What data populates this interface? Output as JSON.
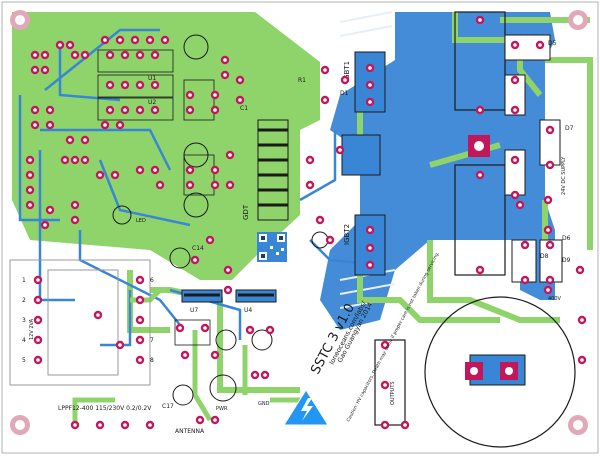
{
  "board": {
    "title": "SSTC 3 v1.0",
    "url": "loneoceans.com/labs/",
    "author": "Gao Guangyan 2014",
    "warning": "Caution: HV capacitors. Death may occur if proper care is not taken during servicing."
  },
  "components": {
    "igbt1": "IGBT1",
    "igbt2": "IGBT2",
    "gdt": "GDT",
    "d1": "D1",
    "d5": "D5",
    "d6": "D6",
    "d7": "D7",
    "d8": "D8",
    "d9": "D9",
    "r1": "R1",
    "c1": "C1",
    "c14": "C14",
    "c17": "C17",
    "u1": "U1",
    "u2": "U2",
    "u4": "U4",
    "u7": "U7",
    "antenna": "ANTENNA",
    "gnd": "GND",
    "pwr": "PWR",
    "led": "LED",
    "dc_supply": "24V DC SUPPLY",
    "outputs": "OUTPUTS",
    "transformer": "12V\n2VA",
    "relay_pins": [
      "1",
      "2",
      "3",
      "4",
      "5",
      "8",
      "7",
      "6"
    ],
    "bottom_left_label": "LPPF12-400 115/230V 0.2/0.2V",
    "voltage_rating": "400V"
  },
  "colors": {
    "board_bg": "#ffffff",
    "copper_top": "#8ed46b",
    "copper_bottom": "#3a86d6",
    "pad": "#c2185b",
    "silk": "#1a1a1a",
    "warning_bg": "#2196f3"
  }
}
